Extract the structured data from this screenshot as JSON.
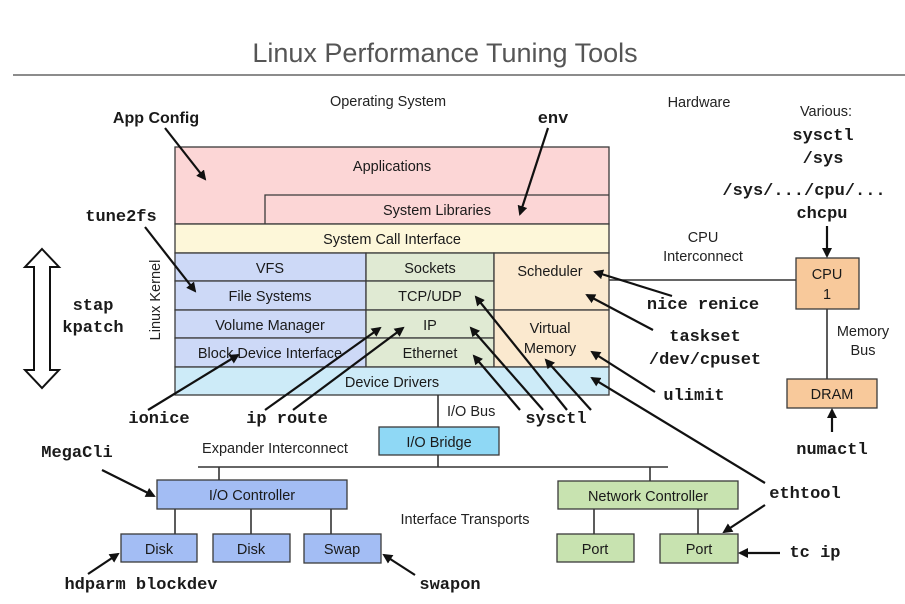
{
  "title": "Linux Performance Tuning Tools",
  "sections": {
    "os": "Operating System",
    "hardware": "Hardware",
    "linux_kernel": "Linux Kernel",
    "cpu_interconnect_1": "CPU",
    "cpu_interconnect_2": "Interconnect",
    "memory_bus_1": "Memory",
    "memory_bus_2": "Bus",
    "io_bus": "I/O Bus",
    "expander_interconnect": "Expander Interconnect",
    "interface_transports": "Interface Transports",
    "various": "Various:"
  },
  "colors": {
    "app_layer": "#fcd6d6",
    "syscall_layer": "#fdf7d9",
    "storage_stack": "#cdd9f7",
    "network_stack": "#e0ead3",
    "cpu_mem": "#fbe9cf",
    "device_drivers": "#cdebf8",
    "io_bridge": "#8fd8f5",
    "io_controller": "#a3bdf4",
    "network_hw": "#c8e3b0",
    "cpu_hw": "#f8c99b"
  },
  "boxes": {
    "applications": "Applications",
    "system_libraries": "System Libraries",
    "system_call_interface": "System Call Interface",
    "vfs": "VFS",
    "file_systems": "File Systems",
    "volume_manager": "Volume Manager",
    "block_device_interface": "Block Device Interface",
    "sockets": "Sockets",
    "tcp_udp": "TCP/UDP",
    "ip": "IP",
    "ethernet": "Ethernet",
    "scheduler": "Scheduler",
    "virtual_memory_1": "Virtual",
    "virtual_memory_2": "Memory",
    "device_drivers": "Device Drivers",
    "io_bridge": "I/O Bridge",
    "io_controller": "I/O Controller",
    "disk_1": "Disk",
    "disk_2": "Disk",
    "swap": "Swap",
    "network_controller": "Network Controller",
    "port_1": "Port",
    "port_2": "Port",
    "cpu_1": "CPU",
    "cpu_2": "1",
    "dram": "DRAM"
  },
  "tools": {
    "app_config": "App Config",
    "env": "env",
    "tune2fs": "tune2fs",
    "stap": "stap",
    "kpatch": "kpatch",
    "sysctl_sys_1": "sysctl",
    "sysctl_sys_2": "/sys",
    "sys_cpu": "/sys/.../cpu/...",
    "chcpu": "chcpu",
    "nice_renice": "nice renice",
    "taskset": "taskset",
    "dev_cpuset": "/dev/cpuset",
    "ulimit": "ulimit",
    "numactl": "numactl",
    "ionice": "ionice",
    "ip_route": "ip route",
    "sysctl": "sysctl",
    "megacli": "MegaCli",
    "ethtool": "ethtool",
    "tc_ip": "tc ip",
    "hdparm_blockdev": "hdparm blockdev",
    "swapon": "swapon"
  }
}
